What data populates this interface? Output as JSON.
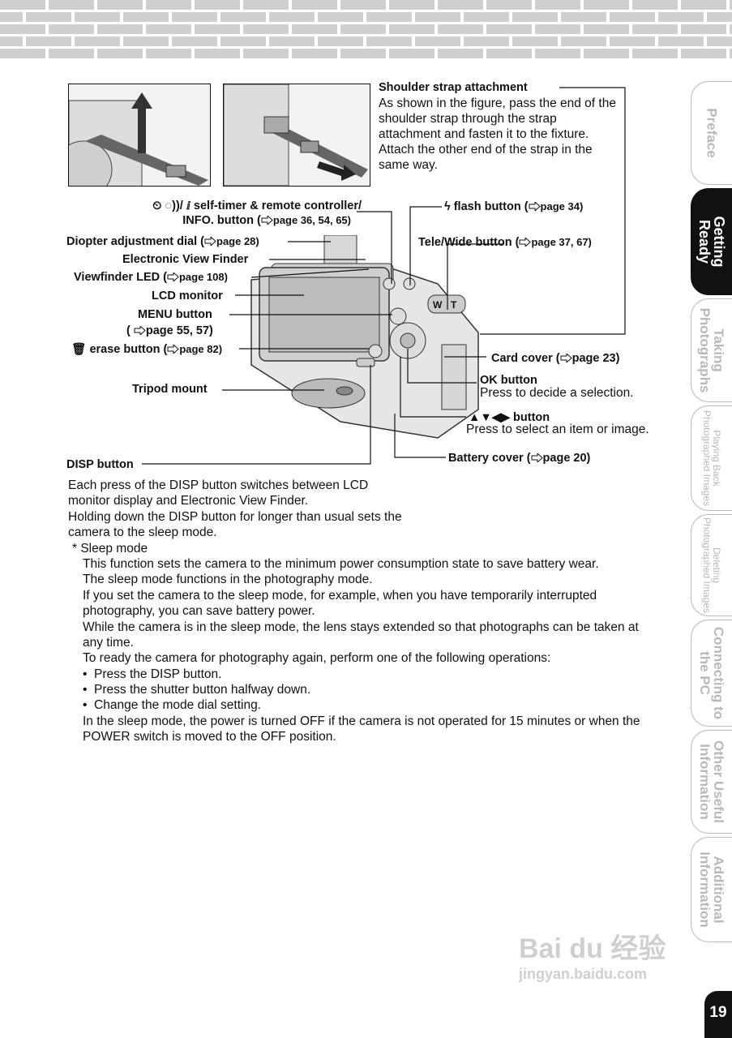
{
  "labels": {
    "shoulder_title": "Shoulder strap attachment",
    "shoulder_body": "As shown in the figure, pass the end of the shoulder strap through the strap attachment and fasten it to the fixture. Attach the other end of the strap in the same way.",
    "selftimer": "self-timer & remote controller/",
    "info_button": "INFO. button (",
    "info_pages": "page 36, 54, 65)",
    "flash": "flash button (",
    "flash_page": "page 34)",
    "diopter": "Diopter adjustment dial (",
    "diopter_page": "page 28)",
    "telewide": "Tele/Wide button (",
    "telewide_page": "page 37, 67)",
    "evf": "Electronic View Finder",
    "viewfinder_led": "Viewfinder LED (",
    "viewfinder_led_page": "page 108)",
    "lcd": "LCD monitor",
    "menu": "MENU button",
    "menu_pages": "page 55, 57)",
    "erase": "erase button (",
    "erase_page": "page 82)",
    "card_cover": "Card cover (",
    "card_cover_page": "page 23)",
    "ok_title": "OK button",
    "ok_body": "Press to decide a selection.",
    "tripod": "Tripod mount",
    "arrows_title": "button",
    "arrows_body": "Press to select an item or image.",
    "battery": "Battery cover (",
    "battery_page": "page 20)",
    "disp": "DISP button"
  },
  "body_text": {
    "p1": "Each press of the DISP button switches between LCD monitor display and Electronic View Finder.",
    "p2": "Holding down the DISP button for longer than usual sets the camera to the sleep mode.",
    "sleep_heading": "* Sleep mode",
    "s1": "This function sets the camera to the minimum power consumption state to save battery wear.",
    "s2": "The sleep mode functions in the photography mode.",
    "s3": "If you set the camera to the sleep mode, for example, when you have temporarily interrupted photography, you can save battery power.",
    "s4": "While the camera is in the sleep mode, the lens stays extended so that photographs can be taken at any time.",
    "s5": "To ready the camera for photography again, perform one of the following operations:",
    "b1": "Press the DISP button.",
    "b2": "Press the shutter button halfway down.",
    "b3": "Change the mode dial setting.",
    "s6": "In the sleep mode, the power is turned OFF if the camera is not operated for 15 minutes or when the POWER switch is moved to the OFF position."
  },
  "tabs": [
    {
      "label": "Preface"
    },
    {
      "label": "Getting Ready"
    },
    {
      "label": "Taking Photographs"
    },
    {
      "label": "Playing Back Photographed Images"
    },
    {
      "label": "Deleting Photographed Images"
    },
    {
      "label": "Connecting to the PC"
    },
    {
      "label": "Other Useful Information"
    },
    {
      "label": "Additional Information"
    }
  ],
  "page_number": "19",
  "watermark": {
    "brand": "Bai du 经验",
    "url": "jingyan.baidu.com"
  }
}
